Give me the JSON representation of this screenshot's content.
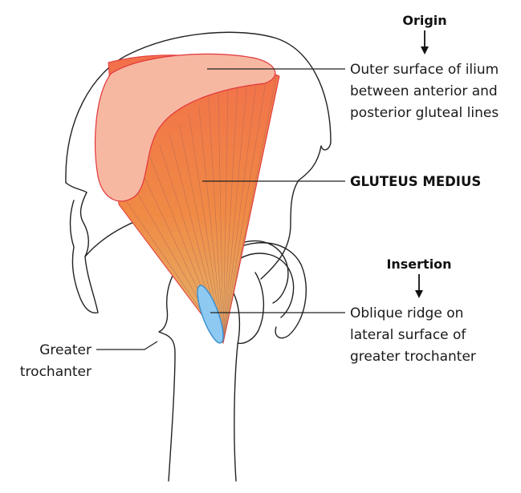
{
  "diagram": {
    "origin": {
      "heading": "Origin",
      "lines": [
        "Outer surface of ilium",
        "between anterior and",
        "posterior gluteal lines"
      ]
    },
    "muscle": {
      "name": "GLUTEUS MEDIUS"
    },
    "insertion": {
      "heading": "Insertion",
      "lines": [
        "Oblique ridge on",
        "lateral surface of",
        "greater trochanter"
      ]
    },
    "trochanter": {
      "lines": [
        "Greater",
        "trochanter"
      ]
    },
    "colors": {
      "muscle_top": "#f26f4a",
      "muscle_mid": "#f08a45",
      "muscle_bottom": "#e3b86e",
      "origin_area": "#f7b8a2",
      "origin_edge": "#e2353a",
      "insertion_area": "#8ec9f2",
      "insertion_edge": "#3a8fd0",
      "bone_outline": "#222222"
    }
  }
}
